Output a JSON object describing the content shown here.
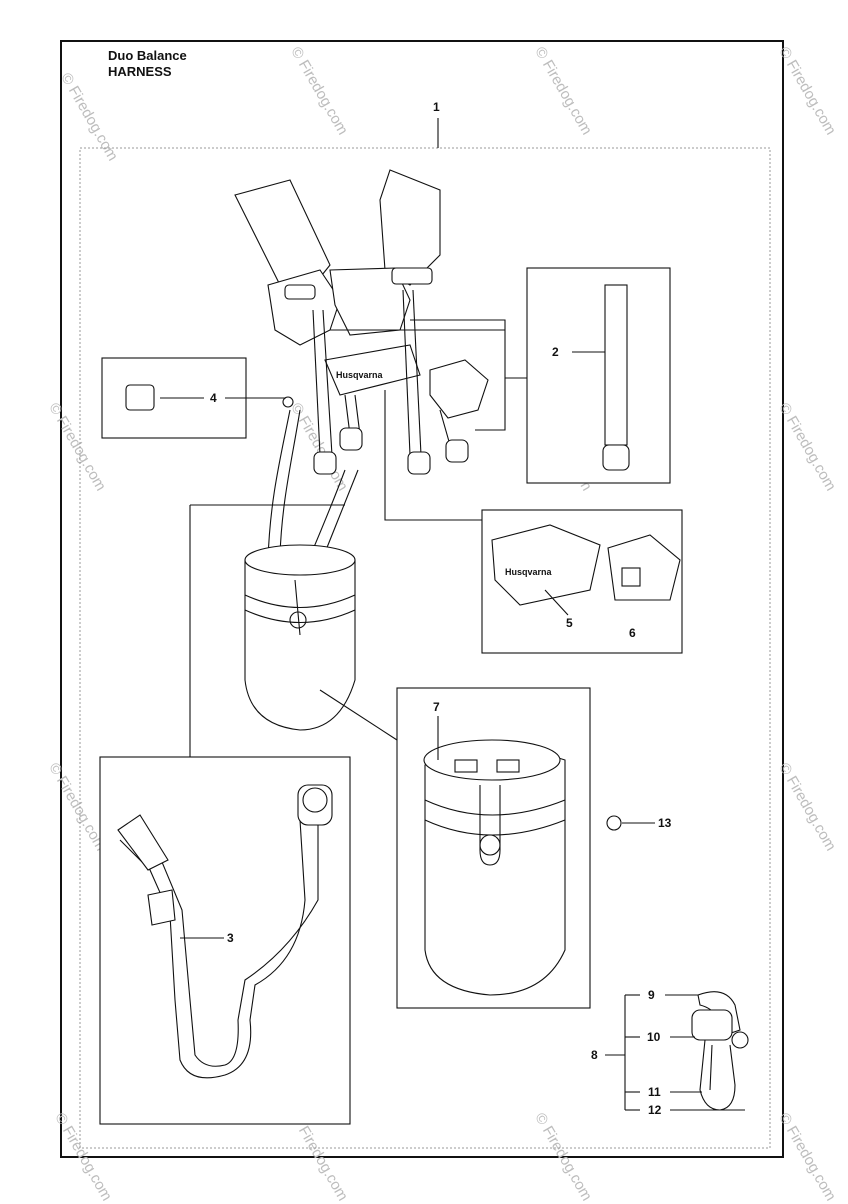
{
  "title": {
    "model": "Duo Balance",
    "section": "HARNESS"
  },
  "watermark": "© Firedog.com",
  "callouts": {
    "c1": "1",
    "c2": "2",
    "c3": "3",
    "c4": "4",
    "c5": "5",
    "c6": "6",
    "c7": "7",
    "c8": "8",
    "c9": "9",
    "c10": "10",
    "c11": "11",
    "c12": "12",
    "c13": "13"
  },
  "brand_text": "Husqvarna"
}
